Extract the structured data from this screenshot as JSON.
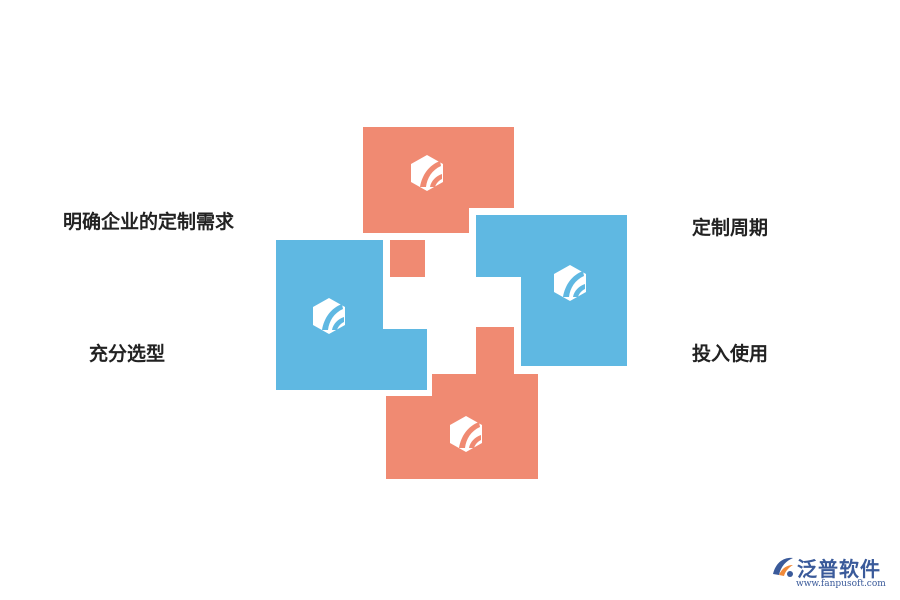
{
  "labels": {
    "top_left": "明确企业的定制需求",
    "bottom_left": "充分选型",
    "top_right": "定制周期",
    "bottom_right": "投入使用"
  },
  "colors": {
    "coral": "#f08a72",
    "blue": "#5fb8e2",
    "icon": "#ffffff",
    "watermark": "#3a5a9a",
    "watermark_accent": "#f08a3a"
  },
  "icons": {
    "block_logo": "fanpu-logo-icon",
    "watermark_logo": "fanpu-brand-icon"
  },
  "watermark": {
    "brand": "泛普软件",
    "url": "www.fanpusoft.com"
  }
}
